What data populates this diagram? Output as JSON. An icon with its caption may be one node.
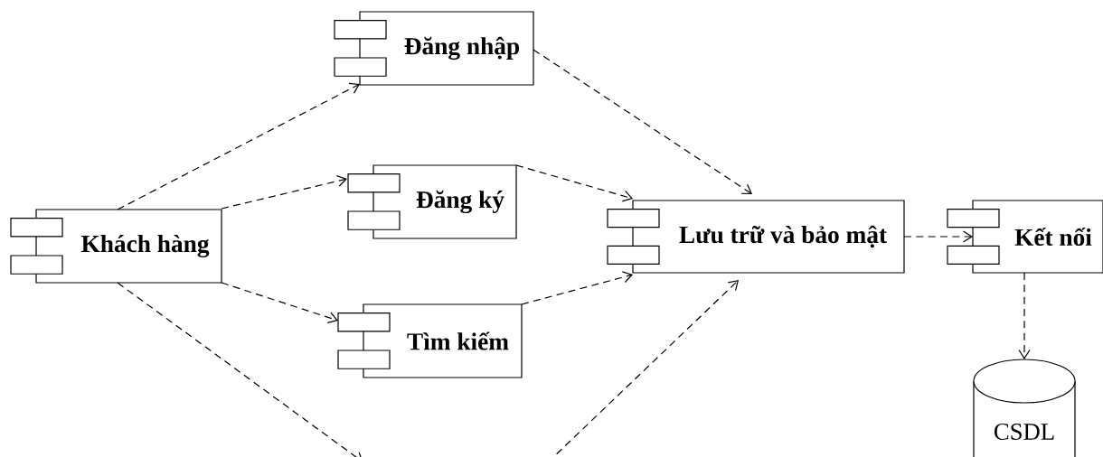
{
  "diagram": {
    "nodes": [
      {
        "text": [
          "Khách hàng"
        ]
      },
      {
        "text": [
          "Đăng nhập"
        ]
      },
      {
        "text": [
          "Đăng ký"
        ]
      },
      {
        "text": [
          "Tìm kiếm"
        ]
      },
      {
        "text": [
          "Lưu trữ và bảo mật"
        ]
      },
      {
        "text": [
          "Kết nối"
        ]
      },
      {
        "text": [
          "CSDL"
        ]
      }
    ],
    "edges": [
      {
        "from": 0,
        "to": 1,
        "arrow": "to",
        "style": "dashed"
      },
      {
        "from": 0,
        "to": 2,
        "arrow": "to",
        "style": "dashed"
      },
      {
        "from": 0,
        "to": 3,
        "arrow": "to",
        "style": "dashed"
      },
      {
        "from": 0,
        "to": null,
        "arrow": "to",
        "style": "dashed"
      },
      {
        "from": 1,
        "to": 4,
        "arrow": "to",
        "style": "dashed"
      },
      {
        "from": 2,
        "to": 4,
        "arrow": "to",
        "style": "dashed"
      },
      {
        "from": 3,
        "to": 4,
        "arrow": "to",
        "style": "dashed"
      },
      {
        "from": null,
        "to": 4,
        "arrow": "to",
        "style": "dashed"
      },
      {
        "from": 4,
        "to": 5,
        "arrow": "to",
        "style": "dashed"
      },
      {
        "from": 5,
        "to": 6,
        "arrow": "to",
        "style": "dashed"
      }
    ]
  }
}
